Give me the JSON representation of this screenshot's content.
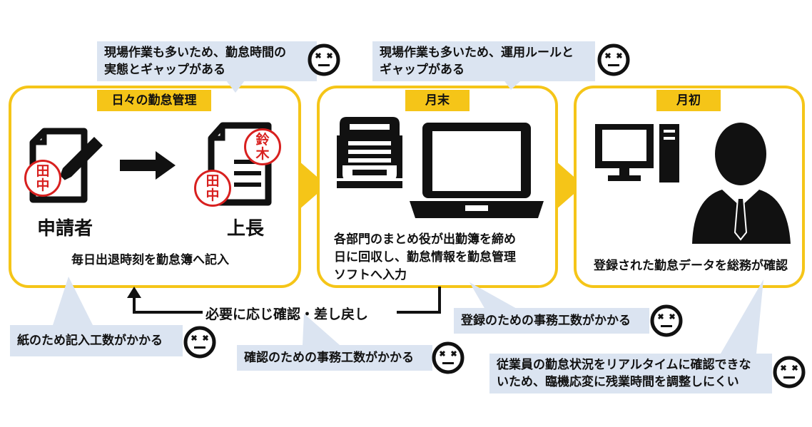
{
  "callouts": {
    "top_left": "現場作業も多いため、勤怠時間の\n実態とギャップがある",
    "top_mid": "現場作業も多いため、運用ルールと\nギャップがある",
    "left_bottom": "紙のため記入工数がかかる",
    "mid_bottom": "確認のための事務工数がかかる",
    "right_mid": "登録のための事務工数がかかる",
    "right_bottom": "従業員の勤怠状況をリアルタイムに確認できな\nいため、臨機応変に残業時間を調整しにくい"
  },
  "panels": {
    "daily": {
      "tag": "日々の勤怠管理",
      "applicant": "申請者",
      "boss": "上長",
      "caption": "毎日出退時刻を勤怠簿へ記入",
      "stamp_tanaka_1": "田",
      "stamp_tanaka_2": "中",
      "stamp_suzuki_1": "鈴",
      "stamp_suzuki_2": "木"
    },
    "month_end": {
      "tag": "月末",
      "caption": "各部門のまとめ役が出勤簿を締め\n日に回収し、勤怠情報を勤怠管理\nソフトへ入力"
    },
    "month_start": {
      "tag": "月初",
      "caption": "登録された勤怠データを総務が確認"
    }
  },
  "return_flow": "必要に応じ確認・差し戻し",
  "colors": {
    "accent": "#f5c518",
    "callout_bg": "#dbe4f1",
    "stamp": "#d8201f",
    "icon": "#111111"
  }
}
